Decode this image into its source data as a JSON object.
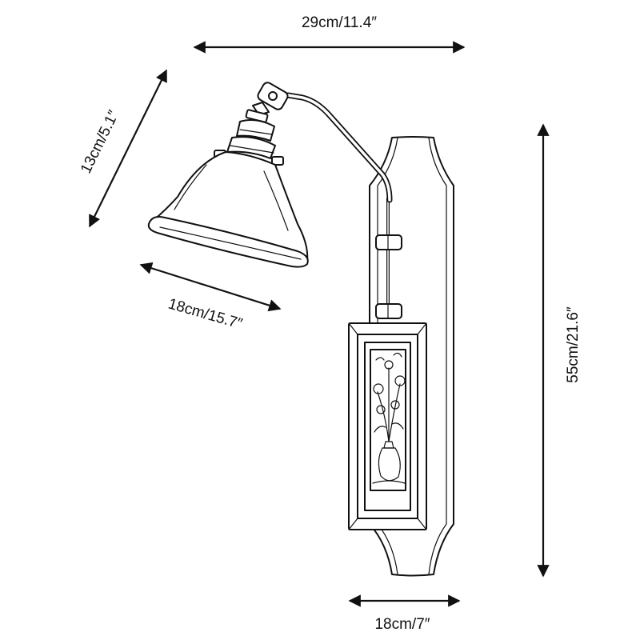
{
  "dimensions": {
    "overall_width": "29cm/11.4″",
    "shade_height": "13cm/5.1″",
    "shade_diameter": "18cm/15.7″",
    "overall_height": "55cm/21.6″",
    "backplate_width": "18cm/7″"
  },
  "colors": {
    "ink": "#111111",
    "background": "#ffffff"
  }
}
